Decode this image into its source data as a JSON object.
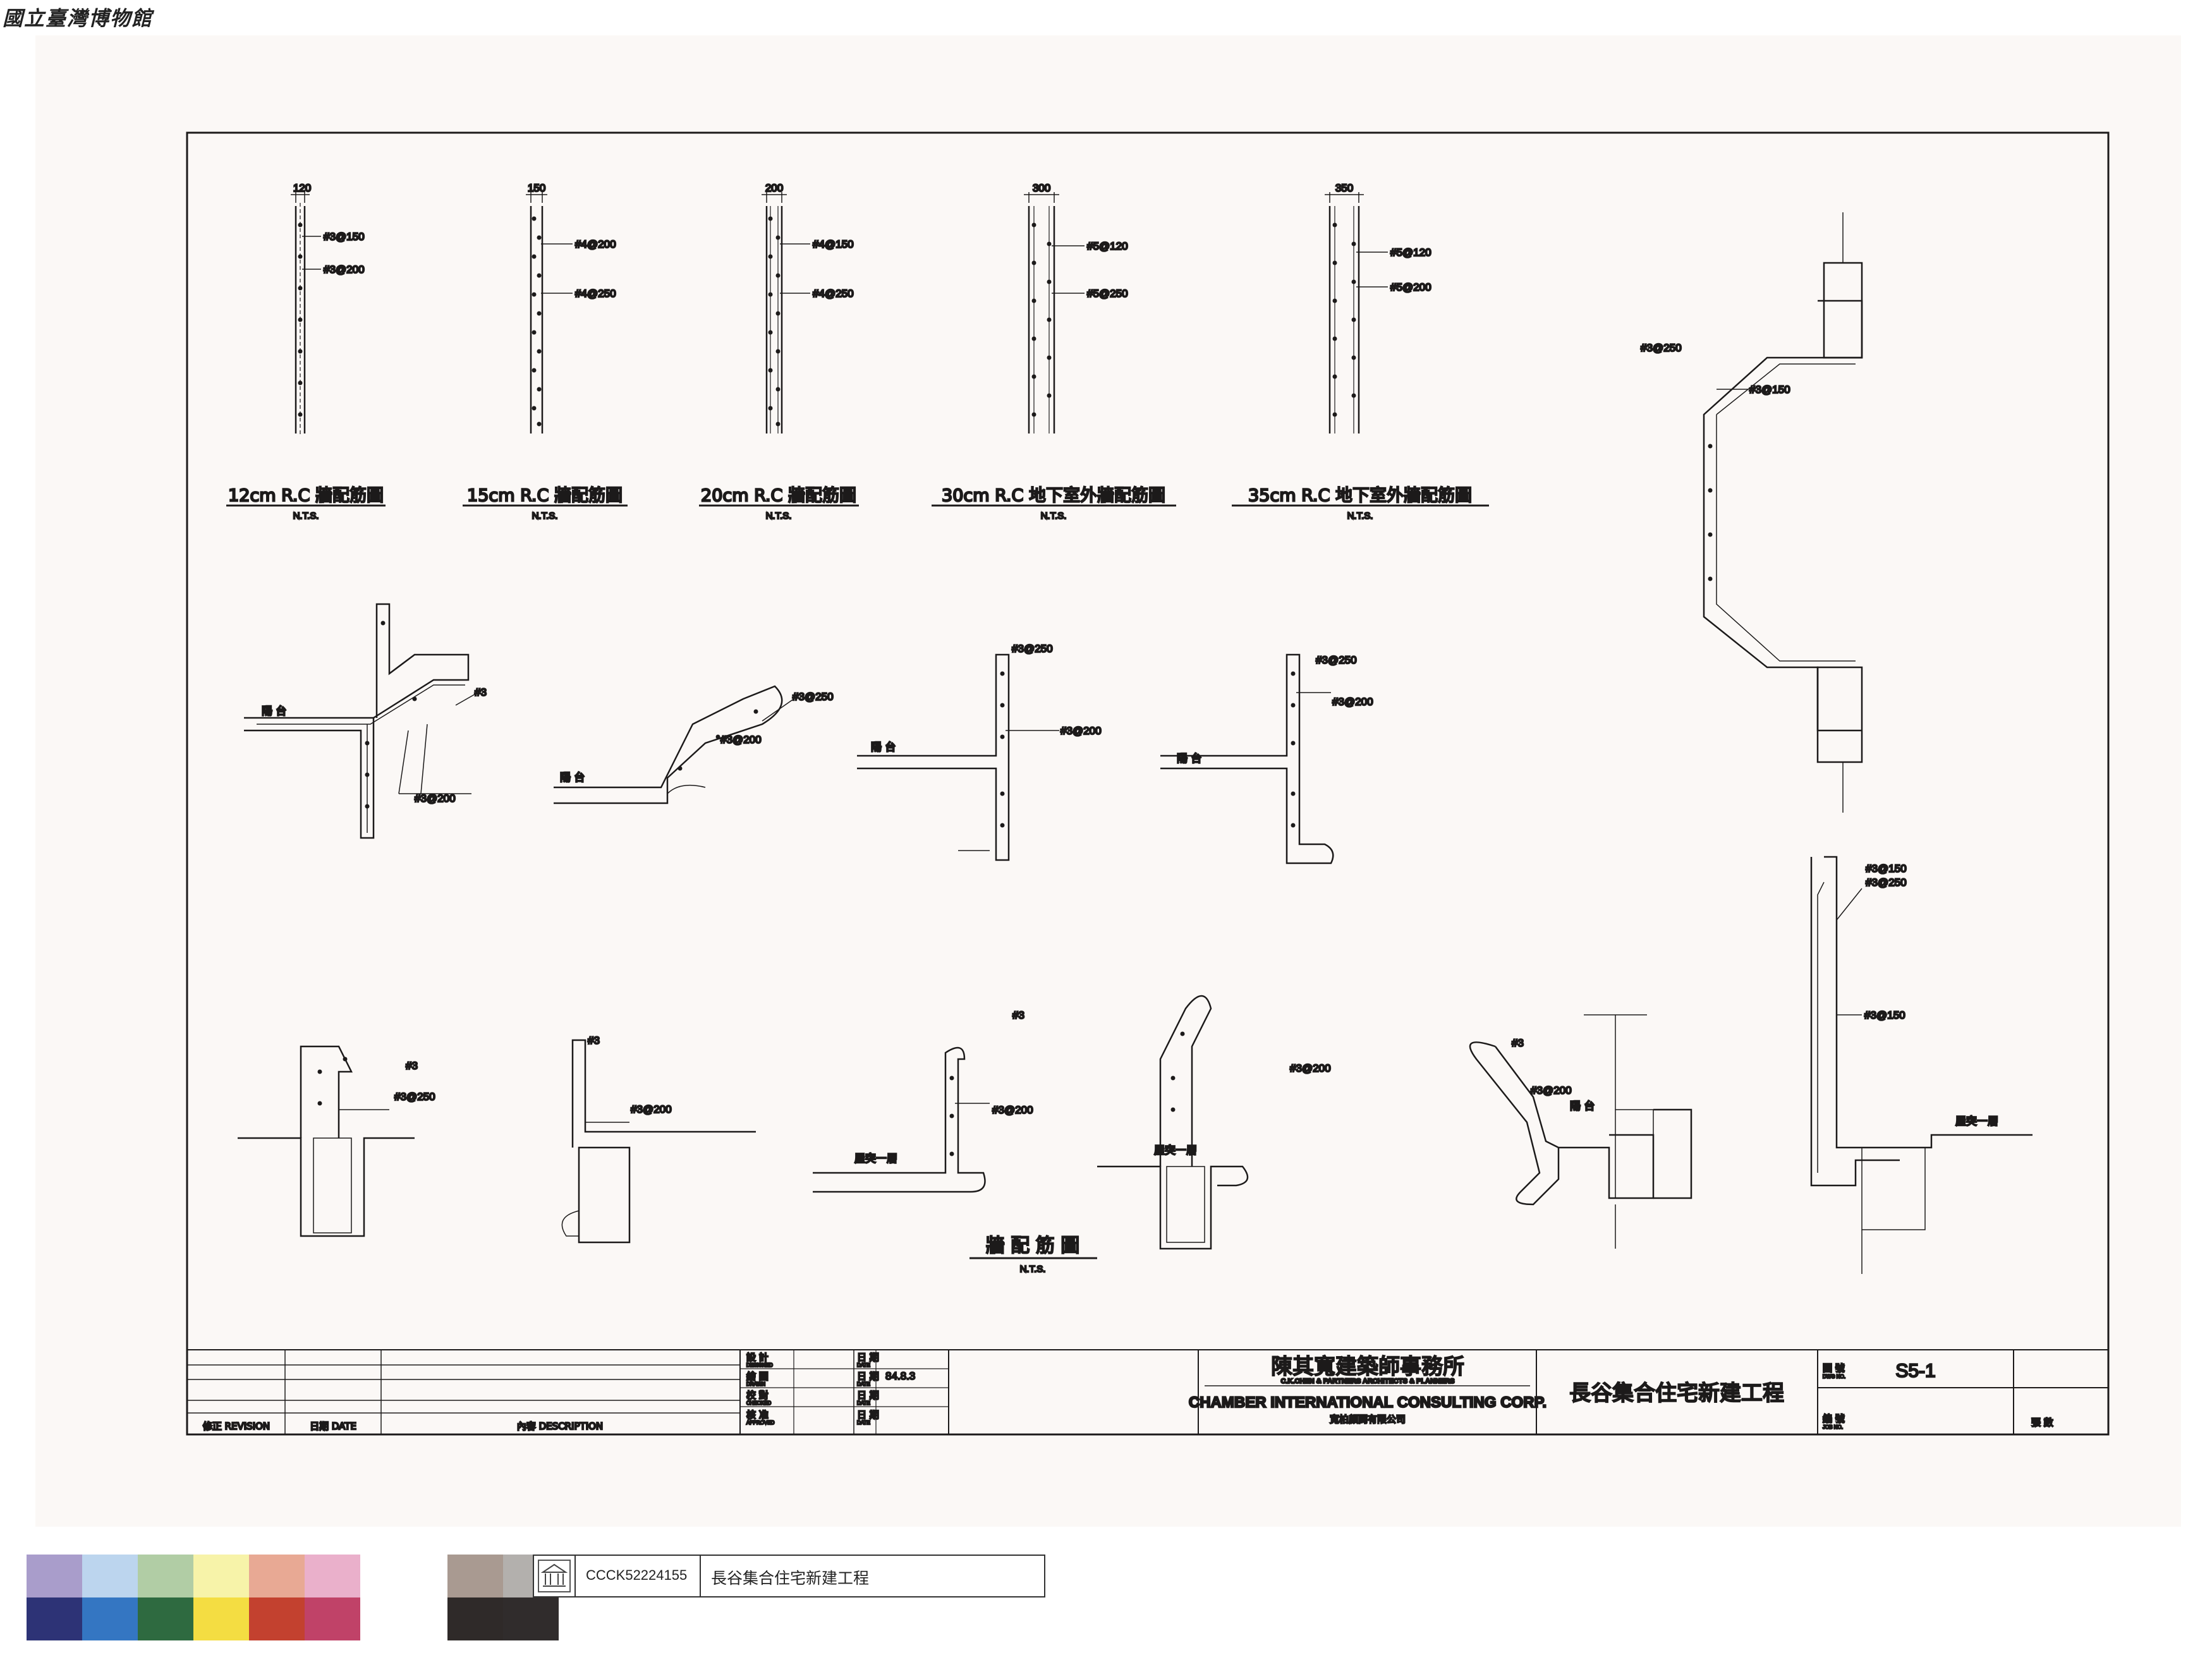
{
  "watermark": "國立臺灣博物館",
  "details_top": [
    {
      "dim": "120",
      "bar1": "#3@150",
      "bar2": "#3@200",
      "title": "12cm R.C 牆配筋圖",
      "scale": "N.T.S."
    },
    {
      "dim": "150",
      "bar1": "#4@200",
      "bar2": "#4@250",
      "title": "15cm R.C 牆配筋圖",
      "scale": "N.T.S."
    },
    {
      "dim": "200",
      "bar1": "#4@150",
      "bar2": "#4@250",
      "title": "20cm R.C 牆配筋圖",
      "scale": "N.T.S."
    },
    {
      "dim": "300",
      "bar1": "#5@120",
      "bar2": "#5@250",
      "title": "30cm R.C 地下室外牆配筋圖",
      "scale": "N.T.S."
    },
    {
      "dim": "350",
      "bar1": "#5@120",
      "bar2": "#5@200",
      "title": "35cm R.C 地下室外牆配筋圖",
      "scale": "N.T.S."
    }
  ],
  "annotations": {
    "balcony": "陽 台",
    "roof": "屋突一層",
    "bar_3": "#3",
    "b3_150": "#3@150",
    "b3_200": "#3@200",
    "b3_250": "#3@250"
  },
  "main_title": "牆 配 筋 圖",
  "main_scale": "N.T.S.",
  "title_block": {
    "revision": "修正 REVISION",
    "date_col": "日期 DATE",
    "description": "內容 DESCRIPTION",
    "designed_zh": "設 計",
    "designed_en": "DESIGNED",
    "drawn_zh": "繪 圖",
    "drawn_en": "DRAWN",
    "checked_zh": "校 對",
    "checked_en": "CHECKED",
    "approved_zh": "核 准",
    "approved_en": "APPROVED",
    "date_zh": "日 期",
    "date_en": "DATE",
    "date_value": "84.8.3",
    "firm_zh": "陳其寬建築師事務所",
    "firm_en": "C.K.CHEN & PARTNERS ARCHITECTS & PLANNERS",
    "corp_en": "CHAMBER INTERNATIONAL CONSULTING CORP.",
    "corp_zh": "寬柏顧問有限公司",
    "project": "長谷集合住宅新建工程",
    "dwg_no_label": "圖 號",
    "dwg_no_en": "DWG NO.",
    "dwg_no": "S5-1",
    "job_no_label": "編 號",
    "job_no_en": "JOB NO.",
    "sheets_label": "張 數"
  },
  "archive_label": {
    "id": "CCCK52224155",
    "name": "長谷集合住宅新建工程"
  },
  "swatches": {
    "top": [
      "#a99dcb",
      "#bcd5ee",
      "#b1cda5",
      "#f7f3a9",
      "#e8a994",
      "#eab0cb",
      "#ffffff",
      "#a99a91",
      "#b3b0ad"
    ],
    "bottom": [
      "#2d3376",
      "#3476c2",
      "#2e6a40",
      "#f4dd42",
      "#c3412f",
      "#c04268",
      "#ffffff",
      "#2f2a29",
      "#302c2c"
    ]
  }
}
